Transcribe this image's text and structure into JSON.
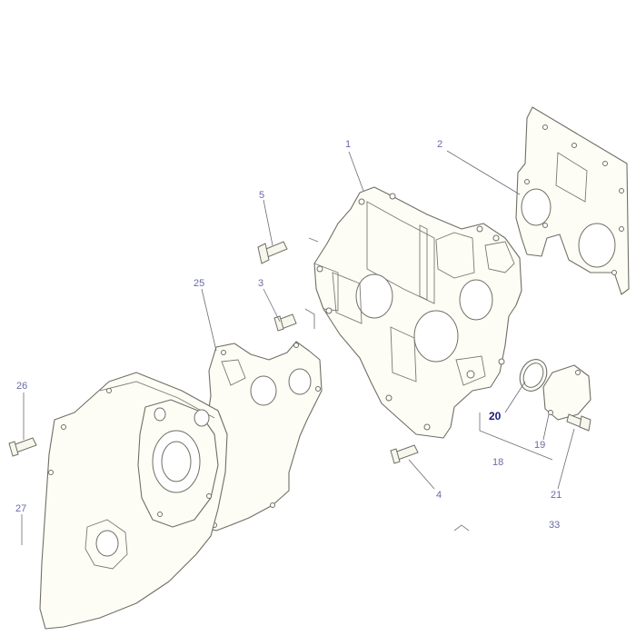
{
  "callouts": {
    "c1": "1",
    "c2": "2",
    "c3": "3",
    "c4": "4",
    "c5": "5",
    "c18": "18",
    "c19": "19",
    "c20": "20",
    "c21": "21",
    "c25": "25",
    "c26": "26",
    "c27": "27",
    "c33": "33"
  },
  "highlighted_callout": "20",
  "colors": {
    "callout": "#6a6aa8",
    "callout_selected": "#1a1a7a",
    "line_art": "#6f6f66",
    "part_fill": "#fdfdf6"
  }
}
